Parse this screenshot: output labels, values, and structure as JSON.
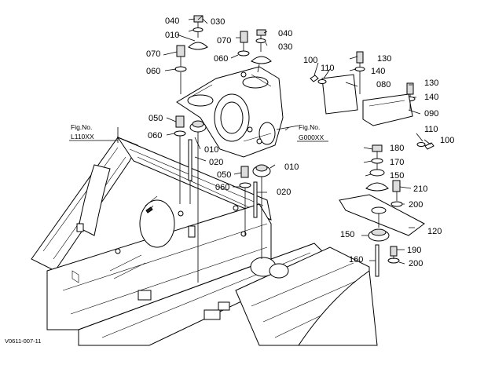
{
  "diagram": {
    "code": "V0611-007-11",
    "refs": [
      {
        "line1": "Fig.No.",
        "line2": "L110XX"
      },
      {
        "line1": "Fig.No.",
        "line2": "G000XX"
      }
    ],
    "callouts": [
      "040",
      "030",
      "010",
      "070",
      "060",
      "050",
      "060",
      "010",
      "020",
      "070",
      "040",
      "030",
      "060",
      "050",
      "060",
      "010",
      "020",
      "100",
      "110",
      "130",
      "140",
      "080",
      "130",
      "140",
      "090",
      "110",
      "100",
      "180",
      "170",
      "150",
      "210",
      "200",
      "120",
      "150",
      "190",
      "160",
      "200"
    ]
  }
}
